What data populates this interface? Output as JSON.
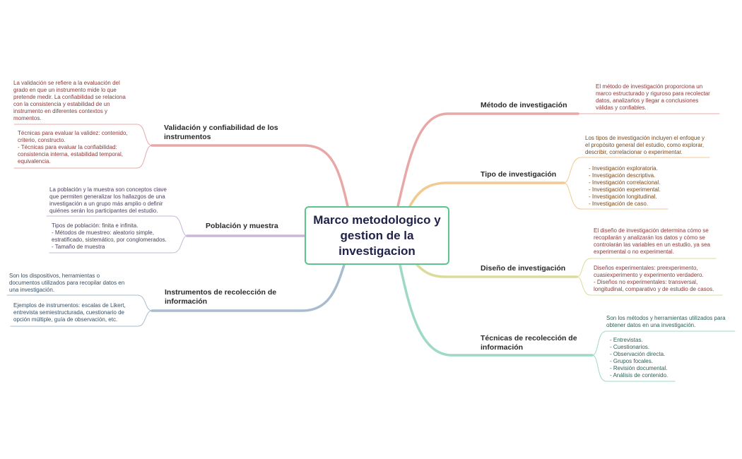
{
  "central": "Marco metodologico y gestion de la investigacion",
  "colors": {
    "central_border": "#5cc48c",
    "red": "#e8a8a8",
    "orange": "#f2c990",
    "yellow": "#dddb9c",
    "teal": "#9ed9c4",
    "purple": "#c9b7d6",
    "blue": "#a9bccd"
  },
  "right": [
    {
      "title": "Método de investigación",
      "notes": [
        "El método de investigación proporciona un\nmarco estructurado y riguroso para recolectar\ndatos, analizarlos y llegar a conclusiones\nválidas y confiables."
      ]
    },
    {
      "title": "Tipo de investigación",
      "notes": [
        "Los tipos de investigación incluyen el enfoque y\nel propósito general del estudio, como explorar,\ndescribir, correlacionar o experimentar.",
        "- Investigación exploratoria.\n- Investigación descriptiva.\n- Investigación correlacional.\n- Investigación experimental.\n- Investigación longitudinal.\n- Investigación de caso."
      ]
    },
    {
      "title": "Diseño de investigación",
      "notes": [
        "El diseño de investigación determina cómo se\nrecopilarán y analizarán los datos y cómo se\ncontrolarán las variables en un estudio, ya sea\nexperimental o no experimental.",
        "Diseños experimentales: preexperimento,\ncuasiexperimento y experimento verdadero.\n    - Diseños no experimentales: transversal,\nlongitudinal, comparativo y de estudio de casos."
      ]
    },
    {
      "title": "Técnicas de recolección de\ninformación",
      "notes": [
        "Son los métodos y herramientas utilizados para\nobtener datos en una investigación.",
        "- Entrevistas.\n- Cuestionarios.\n- Observación directa.\n- Grupos focales.\n- Revisión documental.\n- Análisis de contenido."
      ]
    }
  ],
  "left": [
    {
      "title": "Validación y confiabilidad de los\ninstrumentos",
      "notes": [
        "La validación se refiere a la evaluación del\ngrado en que un instrumento mide lo que\npretende medir. La confiabilidad se relaciona\ncon la consistencia y estabilidad de un\ninstrumento en diferentes contextos y\nmomentos.",
        "Técnicas para evaluar la validez: contenido,\ncriterio, constructo.\n    - Técnicas para evaluar la confiabilidad:\nconsistencia interna, estabilidad temporal,\nequivalencia."
      ]
    },
    {
      "title": "Población y muestra",
      "notes": [
        "La población y la muestra son conceptos clave\nque permiten generalizar los hallazgos de una\ninvestigación a un grupo más amplio o definir\nquiénes serán los participantes del estudio.",
        "Tipos de población: finita e infinita.\n    - Métodos de muestreo: aleatorio simple,\nestratificado, sistemático, por conglomerados.\n    - Tamaño de muestra"
      ]
    },
    {
      "title": "Instrumentos de recolección de\ninformación",
      "notes": [
        "Son los dispositivos, herramientas o\ndocumentos utilizados para recopilar datos en\nuna investigación.",
        "Ejemplos de instrumentos: escalas de Likert,\nentrevista semiestructurada, cuestionario de\nopción múltiple, guía de observación, etc."
      ]
    }
  ]
}
